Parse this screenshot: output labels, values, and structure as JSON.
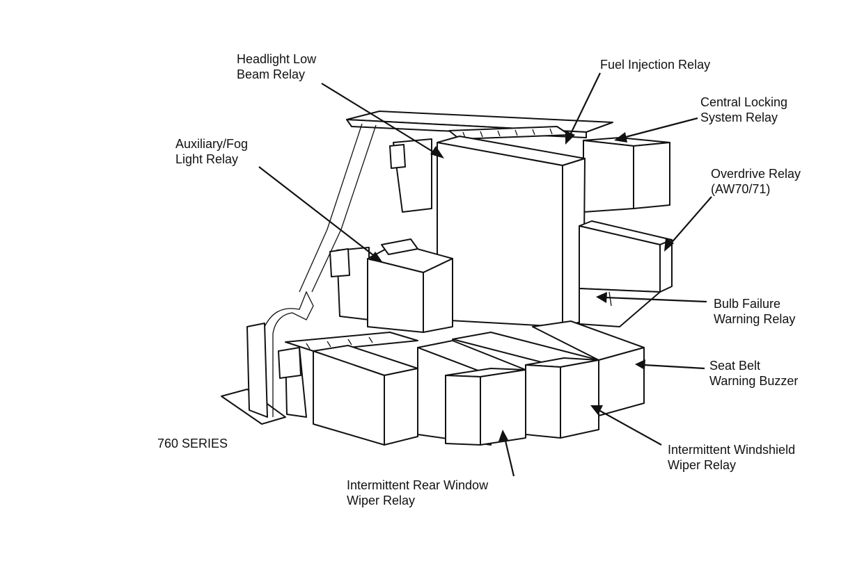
{
  "labels": {
    "headlight_low_beam": [
      "Headlight Low",
      "Beam Relay"
    ],
    "fuel_injection": [
      "Fuel Injection Relay"
    ],
    "central_locking": [
      "Central Locking",
      "System Relay"
    ],
    "auxiliary_fog": [
      "Auxiliary/Fog",
      "Light Relay"
    ],
    "overdrive": [
      "Overdrive Relay",
      "(AW70/71)"
    ],
    "bulb_failure": [
      "Bulb Failure",
      "Warning Relay"
    ],
    "seat_belt": [
      "Seat Belt",
      "Warning Buzzer"
    ],
    "windshield_wiper": [
      "Intermittent Windshield",
      "Wiper Relay"
    ],
    "rear_window_wiper": [
      "Intermittent Rear Window",
      "Wiper Relay"
    ],
    "series": "760 SERIES"
  }
}
